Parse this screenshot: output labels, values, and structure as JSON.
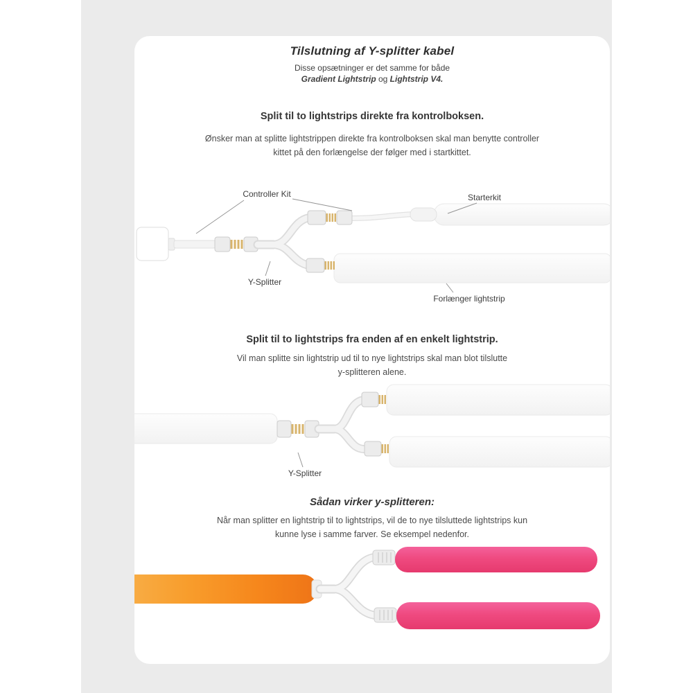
{
  "colors": {
    "page_bg": "#ebebeb",
    "card_bg": "#ffffff",
    "heading_text": "#2e2e2e",
    "body_text": "#4a4a4a",
    "orange_strip_start": "#f8b04a",
    "orange_strip_end": "#ee7417",
    "pink_strip": "#ef4a80",
    "connector_pin_gold": "#d8b46c"
  },
  "header": {
    "title": "Tilslutning af Y-splitter kabel",
    "subtitle_line1": "Disse opsætninger er det samme for både",
    "subtitle_bold1": "Gradient Lightstrip",
    "subtitle_connector": " og ",
    "subtitle_bold2": "Lightstrip V4."
  },
  "section_controlbox": {
    "heading": "Split til to lightstrips direkte fra kontrolboksen.",
    "body_line1": "Ønsker man at splitte lightstrippen direkte fra kontrolboksen skal man benytte controller",
    "body_line2": "kittet på den forlængelse der følger med i startkittet.",
    "labels": {
      "controller_kit": "Controller Kit",
      "starterkit": "Starterkit",
      "y_splitter": "Y-Splitter",
      "extension_strip": "Forlænger lightstrip"
    }
  },
  "section_single_strip": {
    "heading": "Split til to lightstrips fra enden af en enkelt lightstrip.",
    "body_line1": "Vil man splitte sin lightstrip ud til to nye lightstrips skal man blot tilslutte",
    "body_line2": "y-splitteren alene.",
    "labels": {
      "y_splitter": "Y-Splitter"
    }
  },
  "section_how_it_works": {
    "heading": "Sådan virker y-splitteren:",
    "body_line1": "Når man splitter en lightstrip til to lightstrips, vil de to nye tilsluttede lightstrips kun",
    "body_line2": "kunne lyse i samme farver. Se eksempel nedenfor."
  }
}
